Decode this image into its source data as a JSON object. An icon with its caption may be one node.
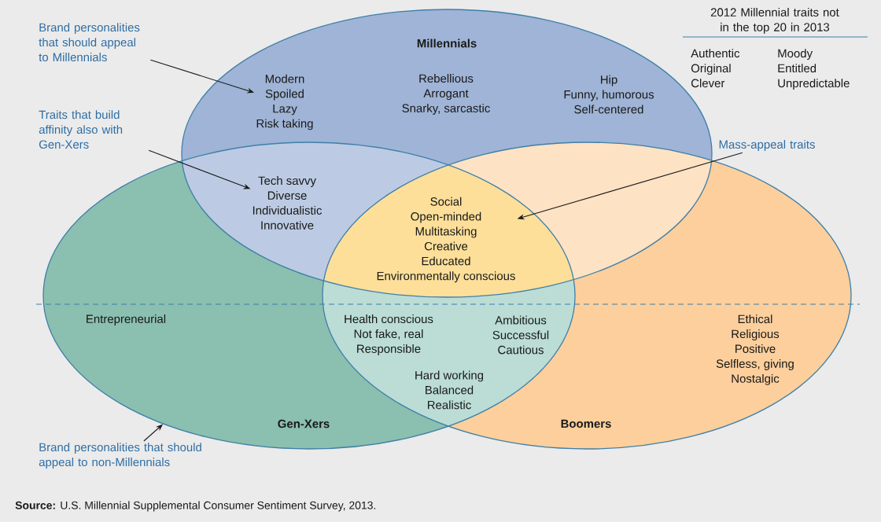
{
  "diagram": {
    "caption": "**Source:** U.S. Millennial Supplemental Consumer Sentiment Survey, 2013.",
    "nodes": [
      {
        "text": [
          "Millennials"
        ]
      },
      {
        "text": [
          "Gen-Xers"
        ]
      },
      {
        "text": [
          "Boomers"
        ]
      },
      {
        "text": [
          "Modern",
          "Spoiled",
          "Lazy",
          "Risk taking"
        ],
        "in": 0
      },
      {
        "text": [
          "Rebellious",
          "Arrogant",
          "Snarky, sarcastic"
        ],
        "in": 0
      },
      {
        "text": [
          "Hip",
          "Funny, humorous",
          "Self-centered"
        ],
        "in": 0
      },
      {
        "text": [
          "Tech savvy",
          "Diverse",
          "Individualistic",
          "Innovative"
        ]
      },
      {
        "text": [
          "Social",
          "Open-minded",
          "Multitasking",
          "Creative",
          "Educated",
          "Environmentally conscious"
        ]
      },
      {
        "text": [
          "Entrepreneurial"
        ],
        "in": 1
      },
      {
        "text": [
          "Health conscious",
          "Not fake, real",
          "Responsible"
        ]
      },
      {
        "text": [
          "Ambitious",
          "Successful",
          "Cautious"
        ]
      },
      {
        "text": [
          "Hard working",
          "Balanced",
          "Realistic"
        ]
      },
      {
        "text": [
          "Ethical",
          "Religious",
          "Positive",
          "Selfless, giving",
          "Nostalgic"
        ],
        "in": 2
      },
      {
        "text": [
          "Brand personalities that should appeal to Millennials"
        ]
      },
      {
        "text": [
          "Traits that build affinity also with Gen-Xers"
        ]
      },
      {
        "text": [
          "Mass-appeal traits"
        ]
      },
      {
        "text": [
          "Brand personalities that should appeal to non-Millennials"
        ]
      }
    ],
    "edges": [
      {
        "from": 13,
        "to": 3,
        "arrow": "to"
      },
      {
        "from": 14,
        "to": 6,
        "arrow": "to"
      },
      {
        "from": 15,
        "to": 7,
        "arrow": "to"
      },
      {
        "from": 16,
        "to": 1,
        "arrow": "to"
      }
    ],
    "labels": [
      "2012 Millennial traits not in the top 20 in 2013",
      "Authentic",
      "Moody",
      "Original",
      "Entitled",
      "Clever",
      "Unpredictable"
    ]
  }
}
